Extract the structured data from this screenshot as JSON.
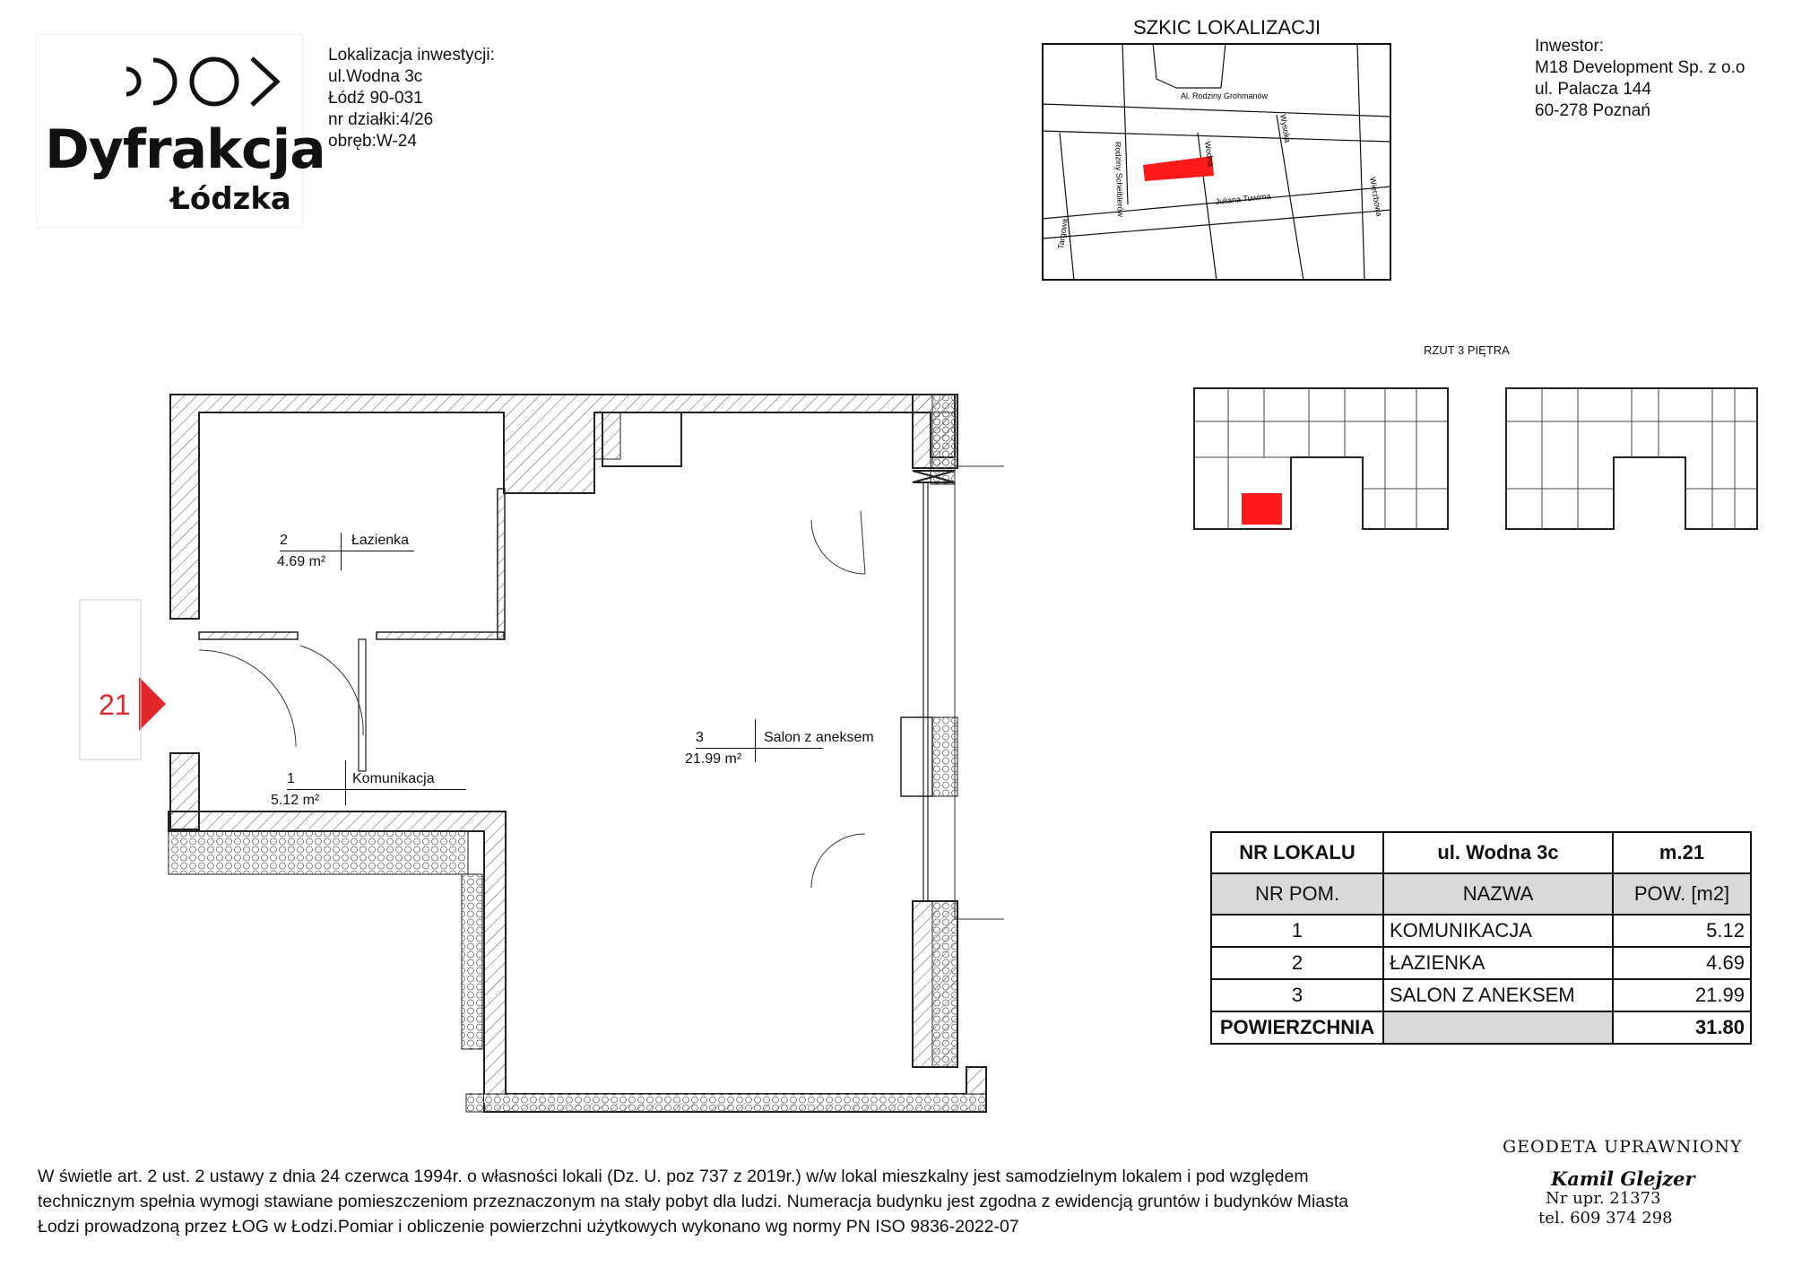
{
  "logo": {
    "name": "Dyfrakcja",
    "sub": "Łódzka"
  },
  "location": {
    "label": "Lokalizacja inwestycji:",
    "street": "ul.Wodna 3c",
    "city": "Łódź 90-031",
    "plot": "nr działki:4/26",
    "precinct": "obręb:W-24"
  },
  "map": {
    "title": "SZKIC LOKALIZACJI",
    "streets": [
      "Al. Rodziny Grohmanów",
      "Rodziny Scheiblerów",
      "Targowa",
      "Wodna",
      "Wysoka",
      "Juliana Tuwima",
      "Wierzbowa"
    ]
  },
  "investor": {
    "label": "Inwestor:",
    "name": "M18 Development Sp. z o.o",
    "street": "ul. Palacza 144",
    "city": "60-278 Poznań"
  },
  "floor_plan_title": "RZUT 3 PIĘTRA",
  "unit_marker": "21",
  "rooms": [
    {
      "no": "1",
      "name": "Komunikacja",
      "area": "5.12 m²"
    },
    {
      "no": "2",
      "name": "Łazienka",
      "area": "4.69 m²"
    },
    {
      "no": "3",
      "name": "Salon z aneksem",
      "area": "21.99 m²"
    }
  ],
  "table": {
    "header": [
      "NR LOKALU",
      "ul. Wodna 3c",
      "m.21"
    ],
    "columns": [
      "NR  POM.",
      "NAZWA",
      "POW. [m2]"
    ],
    "rows": [
      [
        "1",
        "KOMUNIKACJA",
        "5.12"
      ],
      [
        "2",
        "ŁAZIENKA",
        "4.69"
      ],
      [
        "3",
        "SALON Z ANEKSEM",
        "21.99"
      ]
    ],
    "total_label": "POWIERZCHNIA",
    "total_value": "31.80"
  },
  "footer": {
    "line1": "W świetle art. 2 ust. 2 ustawy z dnia 24 czerwca 1994r. o własności lokali (Dz. U. poz 737 z 2019r.) w/w lokal mieszkalny  jest samodzielnym lokalem i pod względem",
    "line2": "technicznym spełnia wymogi stawiane pomieszczeniom przeznaczonym na  stały pobyt  dla ludzi.  Numeracja budynku jest zgodna z ewidencją gruntów i budynków Miasta",
    "line3": "Łodzi prowadzoną przez ŁOG w Łodzi.Pomiar i obliczenie powierzchni użytkowych wykonano wg normy PN ISO 9836-2022-07"
  },
  "stamp": {
    "title": "GEODETA UPRAWNIONY",
    "name": "Kamil Glejzer",
    "license": "Nr upr. 21373",
    "phone": "tel. 609 374 298"
  },
  "colors": {
    "highlight": "#ff1a1a",
    "marker": "#e3262b",
    "table_header_bg": "#d9d9d9"
  }
}
